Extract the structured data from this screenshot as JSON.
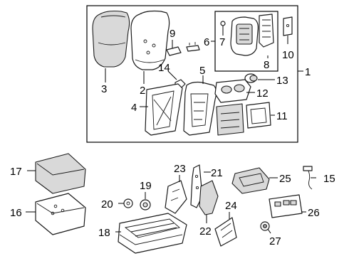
{
  "callouts": {
    "c1": "1",
    "c2": "2",
    "c3": "3",
    "c4": "4",
    "c5": "5",
    "c6": "6",
    "c7": "7",
    "c8": "8",
    "c9": "9",
    "c10": "10",
    "c11": "11",
    "c12": "12",
    "c13": "13",
    "c14": "14",
    "c15": "15",
    "c16": "16",
    "c17": "17",
    "c18": "18",
    "c19": "19",
    "c20": "20",
    "c21": "21",
    "c22": "22",
    "c23": "23",
    "c24": "24",
    "c25": "25",
    "c26": "26",
    "c27": "27"
  }
}
